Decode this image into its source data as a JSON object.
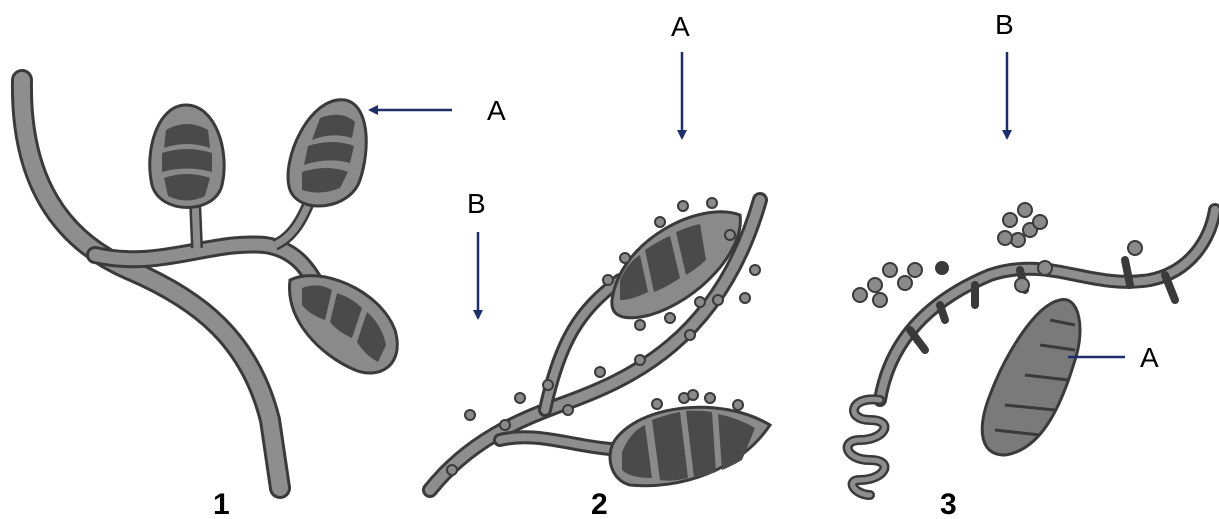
{
  "figures": [
    {
      "number": "1",
      "arrow_labels": {
        "a": "A"
      }
    },
    {
      "number": "2",
      "arrow_labels": {
        "a": "A",
        "b": "B"
      }
    },
    {
      "number": "3",
      "arrow_labels": {
        "a": "A",
        "b": "B"
      }
    }
  ],
  "fig1_b": "",
  "colors": {
    "arrow": "#1f2d6b",
    "hypha_fill": "#8a8a8a",
    "hypha_stroke": "#3a3a3a",
    "cell_fill": "#4a4a4a"
  }
}
